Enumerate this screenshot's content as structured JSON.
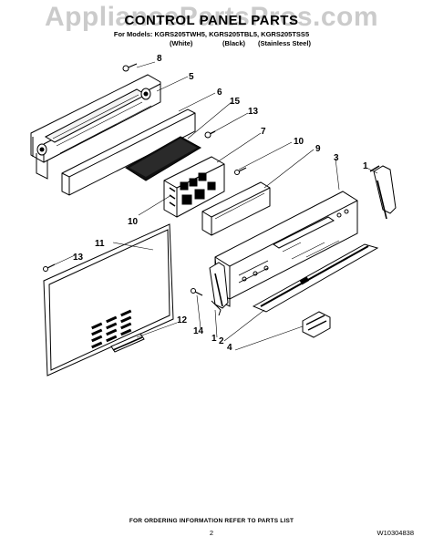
{
  "watermark": "AppliancePartsPros.com",
  "header": {
    "title": "CONTROL PANEL PARTS",
    "models": "For Models: KGRS205TWH5, KGRS205TBL5, KGRS205TSS5",
    "variants": [
      "(White)",
      "(Black)",
      "(Stainless Steel)"
    ]
  },
  "callouts": [
    "8",
    "5",
    "6",
    "15",
    "13",
    "7",
    "10",
    "9",
    "3",
    "1",
    "10",
    "11",
    "13",
    "12",
    "14",
    "1",
    "2",
    "2",
    "4"
  ],
  "footer": {
    "note": "FOR ORDERING INFORMATION REFER TO PARTS LIST",
    "page": "2",
    "doc_id": "W10304838"
  }
}
